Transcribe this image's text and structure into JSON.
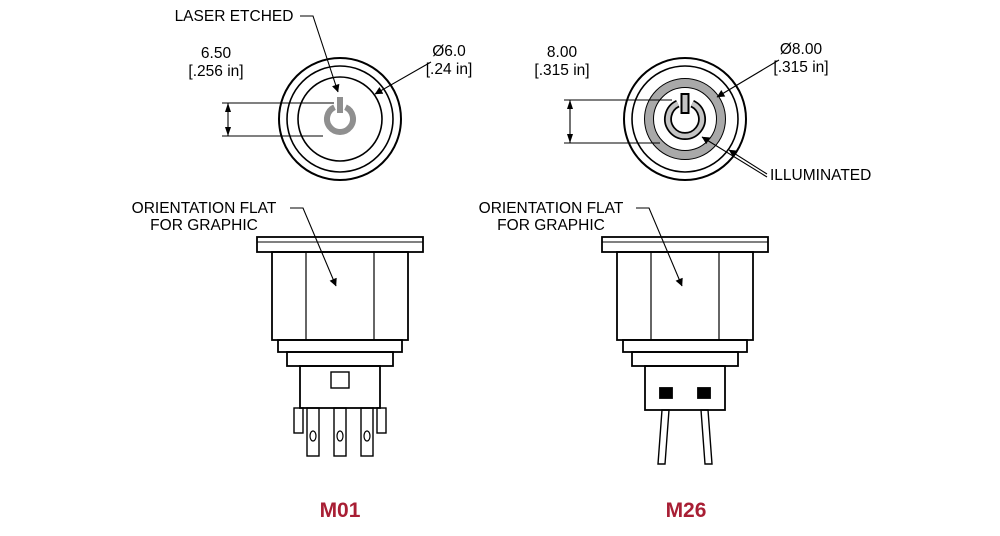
{
  "colors": {
    "line": "#000000",
    "symbol_gray": "#8f8f8f",
    "ring_gray": "#a9a9a9",
    "symbol_fill": "#c4c4c4",
    "model_red": "#a81e34"
  },
  "m01": {
    "model": "M01",
    "laser_etched_label": "LASER ETCHED",
    "height_dim": "6.50",
    "height_dim_in": "[.256 in]",
    "diameter_dim": "Ø6.0",
    "diameter_dim_in": "[.24 in]",
    "orientation_line1": "ORIENTATION FLAT",
    "orientation_line2": "FOR GRAPHIC"
  },
  "m26": {
    "model": "M26",
    "illuminated_label": "ILLUMINATED",
    "height_dim": "8.00",
    "height_dim_in": "[.315 in]",
    "diameter_dim": "Ø8.00",
    "diameter_dim_in": "[.315 in]",
    "orientation_line1": "ORIENTATION FLAT",
    "orientation_line2": "FOR GRAPHIC"
  }
}
